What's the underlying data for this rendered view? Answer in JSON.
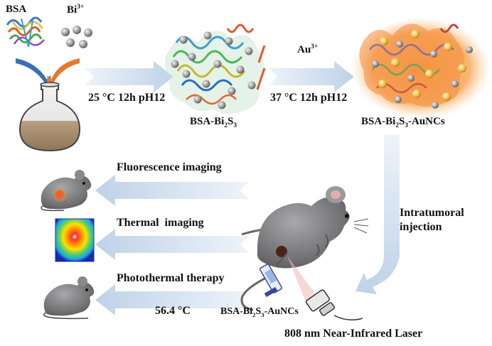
{
  "labels": {
    "bsa": "BSA",
    "bi_ion": "Bi",
    "bi_charge": "3+",
    "au_ion": "Au",
    "au_charge": "3+",
    "step1_condition": "25 °C 12h pH12",
    "step2_condition": "37 °C 12h pH12",
    "bsa_bi2s3": {
      "a": "BSA-Bi",
      "sub1": "2",
      "b": "S",
      "sub2": "3"
    },
    "product": {
      "a": "BSA-Bi",
      "sub1": "2",
      "b": "S",
      "sub2": "3",
      "c": "-AuNCs"
    },
    "injected": {
      "a": "BSA-Bi",
      "sub1": "2",
      "b": "S",
      "sub2": "3",
      "c": "-AuNCs"
    },
    "fluorescence": "Fluorescence imaging",
    "thermal": "Thermal  imaging",
    "photothermal": "Photothermal therapy",
    "temperature": "56.4 °C",
    "intratumoral_1": "Intratumoral",
    "intratumoral_2": "injection",
    "laser": "808 nm Near-Infrared Laser"
  },
  "colors": {
    "arrow_fill": "#c9d8ea",
    "mouse_body": "#7a7a7c",
    "tumor": "#d2541c",
    "nanocluster_glow": "#f2994a",
    "bismuth_sphere": "#9a9a9a"
  }
}
